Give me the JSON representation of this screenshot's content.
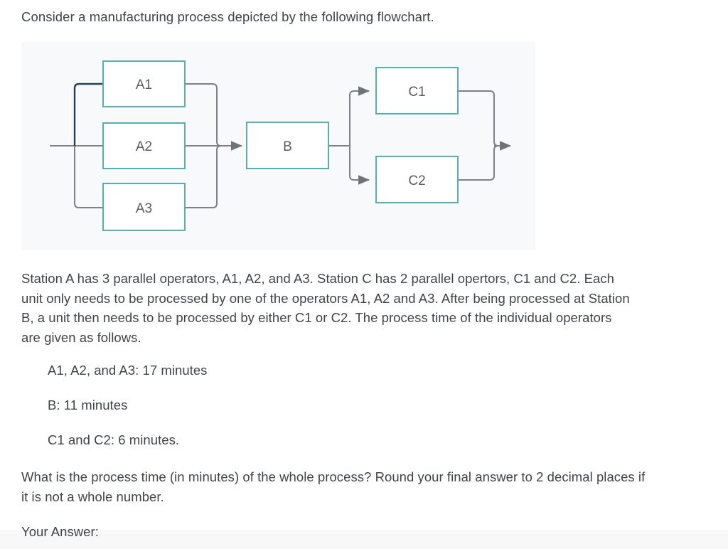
{
  "intro": "Consider a manufacturing process depicted by the following flowchart.",
  "diagram": {
    "panel_background": "#f8f9fb",
    "node_border_color": "#57b0b0",
    "node_fill": "#ffffff",
    "connector_color": "#7d8285",
    "highlight_connector_color": "#24405c",
    "nodes": [
      {
        "id": "A1",
        "label": "A1"
      },
      {
        "id": "A2",
        "label": "A2"
      },
      {
        "id": "A3",
        "label": "A3"
      },
      {
        "id": "B",
        "label": "B"
      },
      {
        "id": "C1",
        "label": "C1"
      },
      {
        "id": "C2",
        "label": "C2"
      }
    ]
  },
  "body": {
    "paragraph": "Station A has 3 parallel operators, A1, A2, and A3. Station C has 2 parallel opertors, C1 and C2. Each unit only needs to be processed by one of the operators A1, A2 and A3. After being processed at Station B, a unit then needs to be processed by either C1 or C2. The process time of the individual operators are given as follows."
  },
  "spec_list": [
    "A1, A2, and A3: 17 minutes",
    "B: 11 minutes",
    "C1 and C2: 6 minutes."
  ],
  "question": "What is the process time (in minutes) of the whole process? Round your final answer to 2 decimal places if it is not a whole number.",
  "answer_prompt": "Your Answer:"
}
